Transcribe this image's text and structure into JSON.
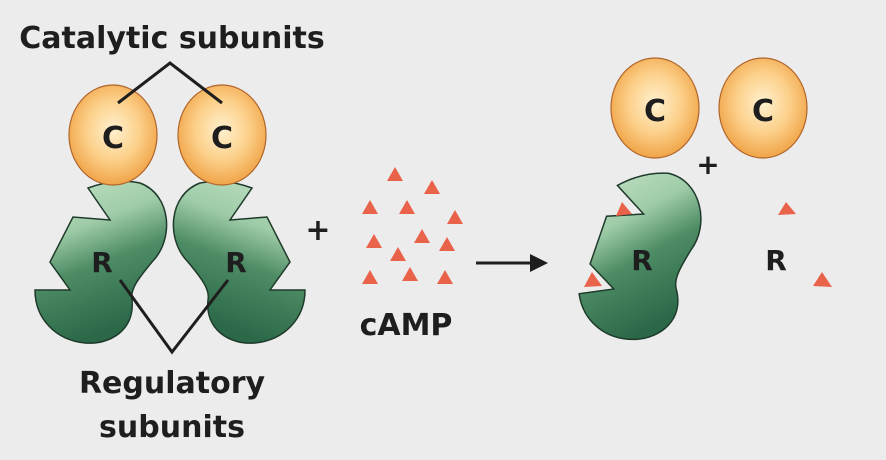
{
  "labels": {
    "catalytic": "Catalytic subunits",
    "regulatory_line1": "Regulatory",
    "regulatory_line2": "subunits",
    "camp": "cAMP",
    "plus": "+",
    "c": "C",
    "r": "R"
  },
  "colors": {
    "background": "#ececec",
    "catalytic_light": "#fde3ad",
    "catalytic_dark": "#f0a448",
    "regulatory_light": "#b9dcbf",
    "regulatory_dark": "#2f6e4c",
    "camp": "#e8634a",
    "ink": "#1e1e1e"
  }
}
